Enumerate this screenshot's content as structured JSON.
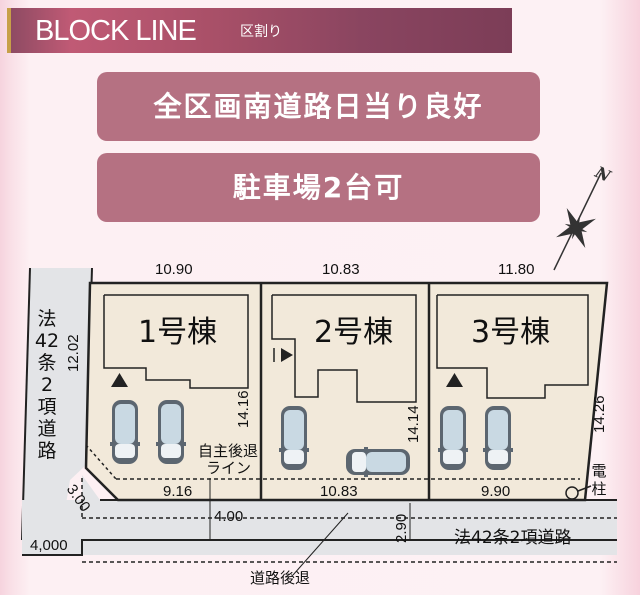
{
  "header": {
    "title": "BLOCK LINE",
    "subtitle": "区割り"
  },
  "highlights": [
    {
      "label": "全区画南道路日当り良好"
    },
    {
      "label": "駐車場2台可"
    }
  ],
  "compass": {
    "icon": "north-compass-icon",
    "label": "N"
  },
  "lots": [
    {
      "name": "1号棟",
      "frontage_top": "10.90",
      "depth": "14.16",
      "frontage_bottom": "9.16",
      "parking": 2
    },
    {
      "name": "2号棟",
      "frontage_top": "10.83",
      "depth": "14.14",
      "frontage_bottom": "10.83",
      "parking": 2
    },
    {
      "name": "3号棟",
      "frontage_top": "11.80",
      "depth": "14.26",
      "frontage_bottom": "9.90",
      "parking": 2
    }
  ],
  "dimensions": {
    "west_side": "12.02",
    "corner_cut": "3.00",
    "road_setback_width": "4.00",
    "road_2_90": "2.90",
    "west_road_width": "4,000"
  },
  "annotations": {
    "west_road": [
      "法",
      "42",
      "条",
      "2",
      "項",
      "道",
      "路"
    ],
    "self_setback_line_1": "自主後退",
    "self_setback_line_2": "ライン",
    "road_setback": "道路後退",
    "south_road": "法42条2項道路",
    "utility_pole": [
      "電",
      "柱"
    ]
  },
  "colors": {
    "header_bg": "#a95068",
    "header_accent": "#c7a048",
    "pill_bg": "#b57182",
    "lot_fill": "#f2e9da",
    "road_fill": "#e3e4e7",
    "car_body": "#5c6670",
    "car_glass": "#c9d9e3"
  }
}
